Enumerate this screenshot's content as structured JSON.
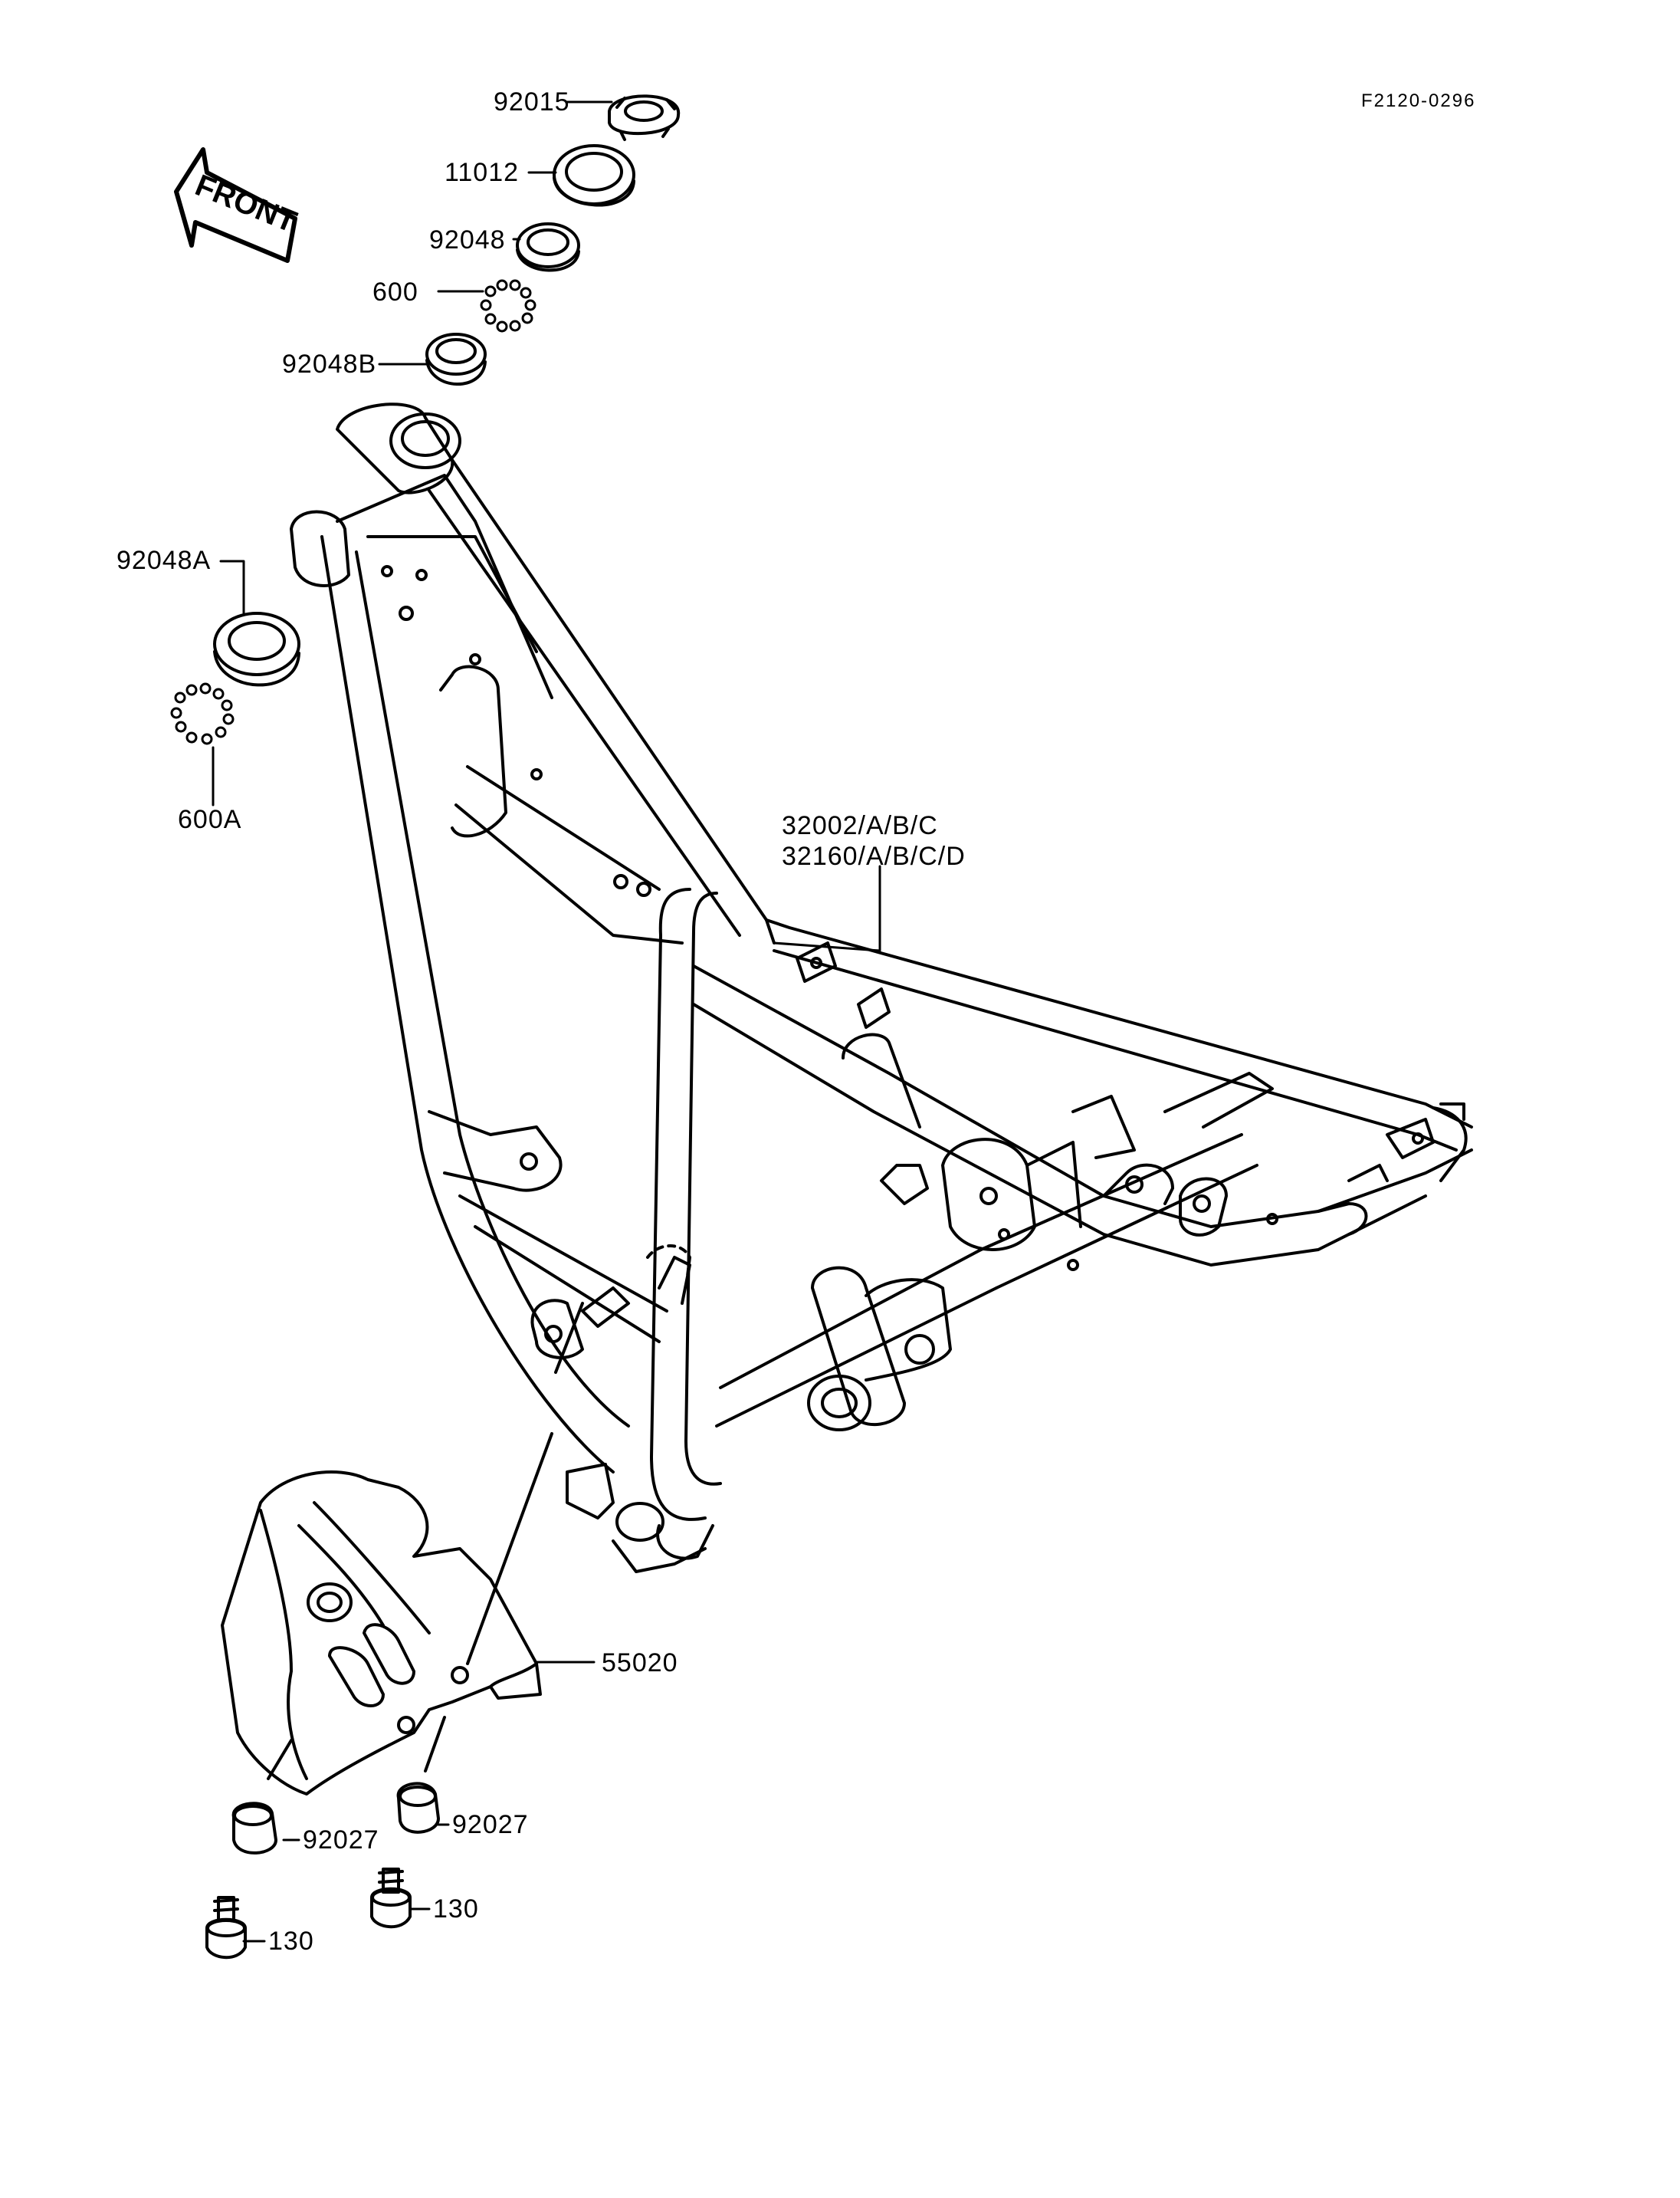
{
  "diagram": {
    "code": "F2120-0296",
    "direction_label": "FRONT",
    "ink_color": "#000000",
    "background": "#ffffff"
  },
  "parts": {
    "steering_nut": "92015",
    "steering_stem_cap": "11012",
    "upper_race": "92048",
    "upper_balls": "600",
    "upper_cup": "92048B",
    "lower_race": "92048A",
    "lower_balls": "600A",
    "frame": "32002/A/B/C",
    "frame_alt": "32160/A/B/C/D",
    "skid_plate": "55020",
    "grommet_left": "92027",
    "grommet_right": "92027",
    "bolt_left": "130",
    "bolt_right": "130"
  }
}
